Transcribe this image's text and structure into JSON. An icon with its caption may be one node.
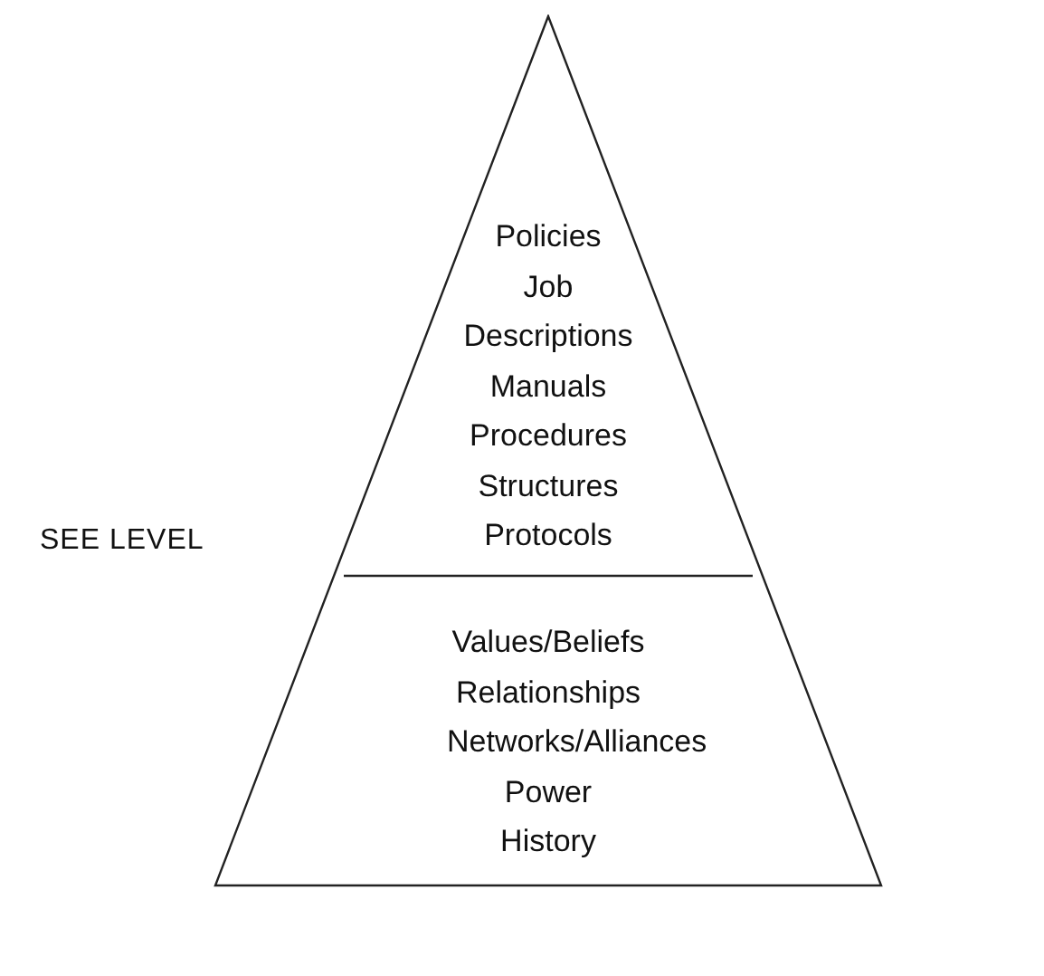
{
  "diagram": {
    "nodes": [
      {
        "text": [
          "Policies",
          "Job Descriptions",
          "Manuals",
          "Procedures",
          "Structures",
          "Protocols",
          "Values/Beliefs",
          "Relationships",
          "Networks/Alliances",
          "Power",
          "History"
        ]
      }
    ],
    "edges": [],
    "labels": [
      "SEE LEVEL"
    ]
  }
}
